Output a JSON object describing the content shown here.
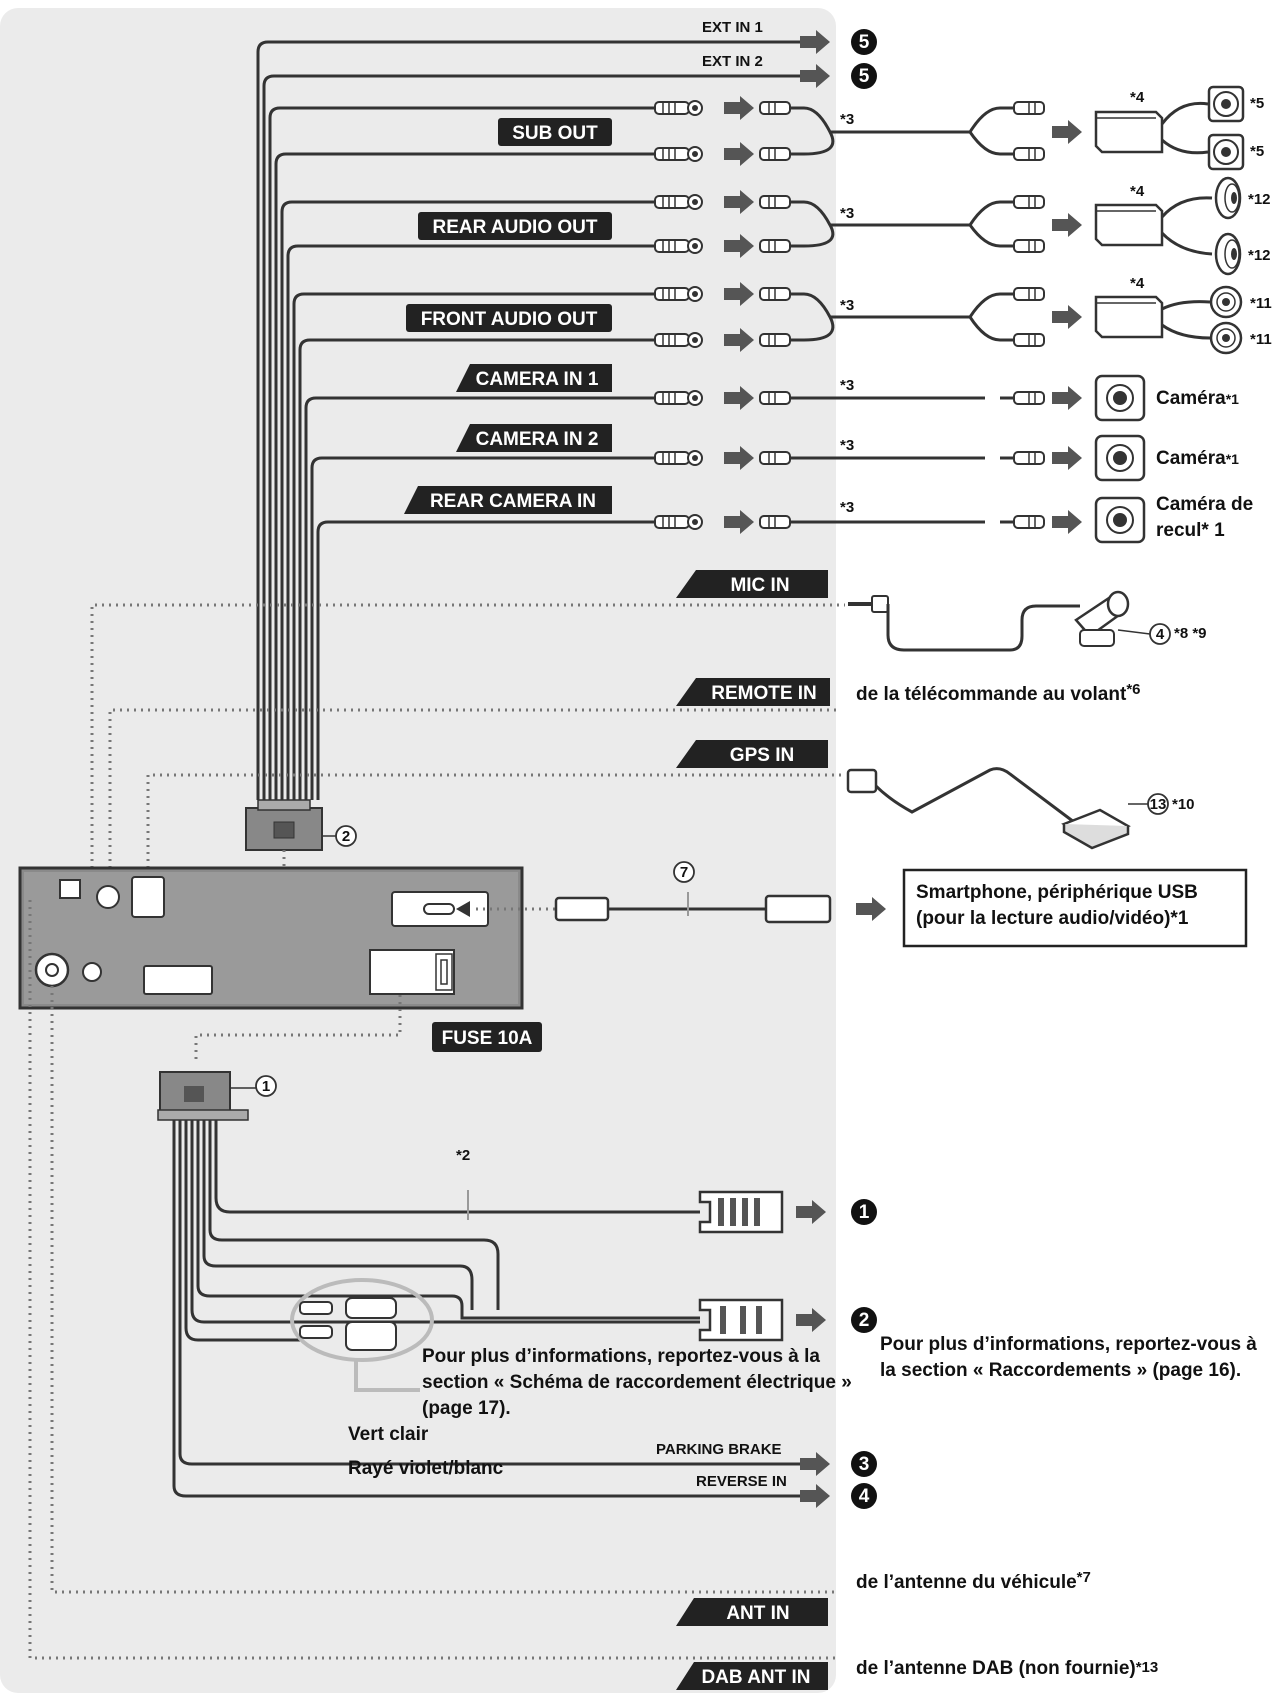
{
  "colors": {
    "panel": "#ebebeb",
    "label_bg": "#222222",
    "wire": "#333333"
  },
  "top_outputs": {
    "ext_in_1": "EXT IN 1",
    "ext_in_2": "EXT IN 2",
    "badge": "5"
  },
  "labels": {
    "sub_out": "SUB OUT",
    "rear_audio_out": "REAR AUDIO OUT",
    "front_audio_out": "FRONT AUDIO OUT",
    "camera_in_1": "CAMERA IN 1",
    "camera_in_2": "CAMERA IN 2",
    "rear_camera_in": "REAR CAMERA IN",
    "mic_in": "MIC IN",
    "remote_in": "REMOTE IN",
    "gps_in": "GPS IN",
    "fuse": "FUSE 10A",
    "ant_in": "ANT IN",
    "dab_ant_in": "DAB ANT IN",
    "parking_brake": "PARKING BRAKE",
    "reverse_in": "REVERSE IN"
  },
  "notes": {
    "n3": "*3",
    "n4": "*4",
    "n5": "*5",
    "n12": "*12",
    "n11": "*11",
    "n2": "*2",
    "n10": "*10",
    "n8n9": "*8 *9"
  },
  "devices": {
    "camera": "Caméra",
    "camera_note": "*1",
    "rear_camera_l1": "Caméra de",
    "rear_camera_l2": "recul* 1",
    "remote_text": "de la télécommande au volant",
    "remote_note": "*6",
    "smartphone_l1": "Smartphone, périphérique USB",
    "smartphone_l2": "(pour la lecture audio/vidéo)*1",
    "ant_vehicle": "de l’antenne du véhicule",
    "ant_vehicle_note": "*7",
    "dab_text": "de l’antenne DAB (non fournie)",
    "dab_note": "*13"
  },
  "markers": {
    "m1": "1",
    "m2": "2",
    "m4": "4",
    "m7": "7",
    "m13": "13"
  },
  "badges": {
    "b1": "1",
    "b2": "2",
    "b3": "3",
    "b4": "4"
  },
  "info": {
    "left_l1": "Pour plus d’informations, reportez-vous à la",
    "left_l2": "section « Schéma de raccordement électrique »",
    "left_l3": "(page 17).",
    "right_l1": "Pour plus d’informations, reportez-vous à",
    "right_l2": "la section « Raccordements » (page 16).",
    "vert_clair": "Vert clair",
    "raye": "Rayé violet/blanc"
  }
}
